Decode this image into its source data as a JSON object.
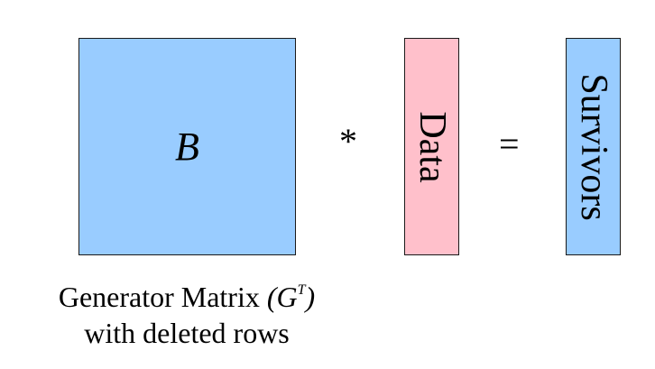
{
  "matrix": {
    "label": "B"
  },
  "operators": {
    "multiply": "*",
    "equals": "="
  },
  "data_vector": {
    "label": "Data"
  },
  "survivors_vector": {
    "label": "Survivors"
  },
  "caption": {
    "line1_prefix": "Generator Matrix ",
    "line1_open": "(G",
    "line1_sup": "T",
    "line1_close": ")",
    "line2": "with deleted rows"
  },
  "colors": {
    "matrix_fill": "#99ccff",
    "data_fill": "#ffc0cb",
    "survivors_fill": "#99ccff",
    "border": "#1a1a1a"
  }
}
